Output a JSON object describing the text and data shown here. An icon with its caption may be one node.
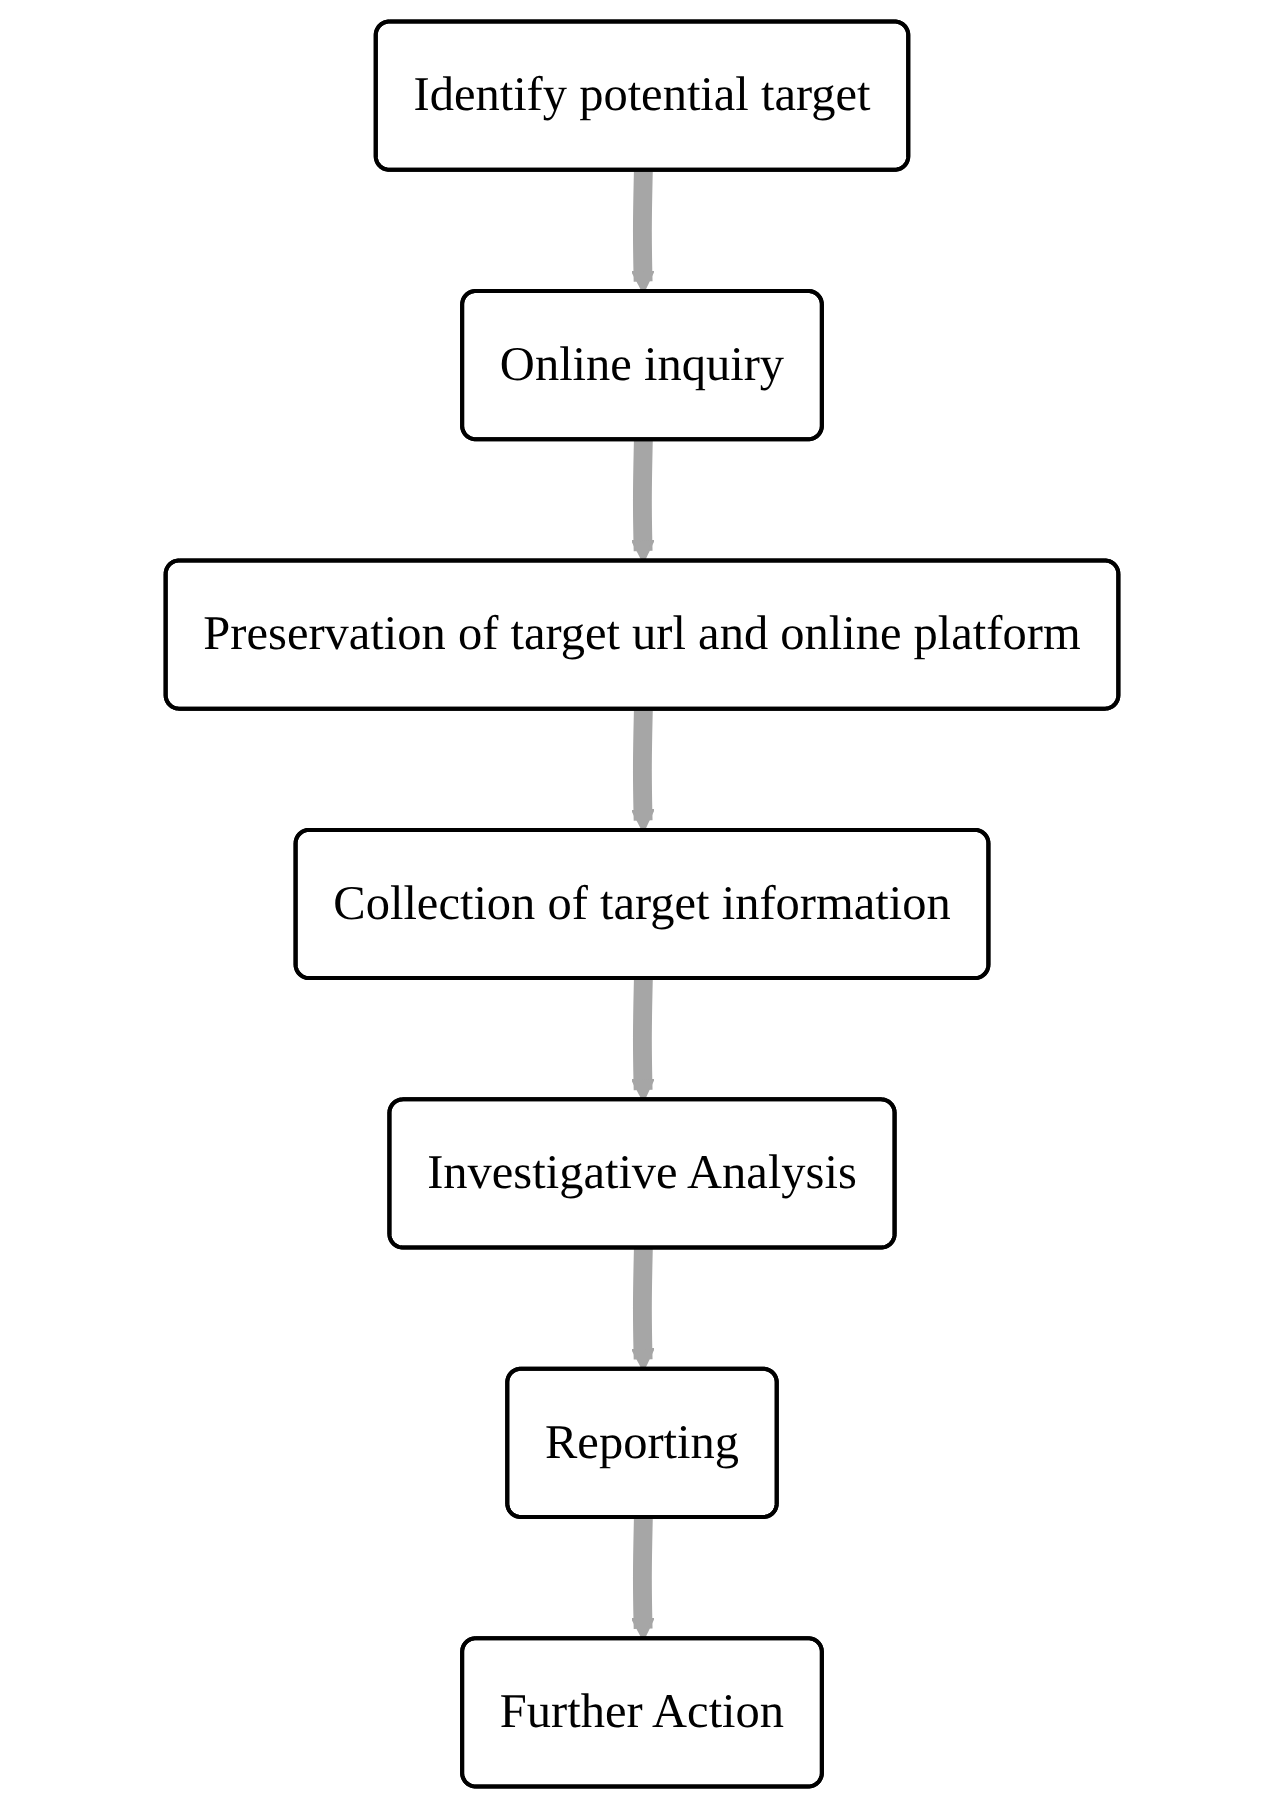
{
  "diagram": {
    "nodes": [
      {
        "text": [
          "Identify potential target"
        ]
      },
      {
        "text": [
          "Online inquiry"
        ]
      },
      {
        "text": [
          "Preservation of target url and online platform"
        ]
      },
      {
        "text": [
          "Collection of target information"
        ]
      },
      {
        "text": [
          "Investigative Analysis"
        ]
      },
      {
        "text": [
          "Reporting"
        ]
      },
      {
        "text": [
          "Further Action"
        ]
      }
    ],
    "edges": [
      {
        "from": 0,
        "to": 1,
        "arrow": "to"
      },
      {
        "from": 1,
        "to": 2,
        "arrow": "to"
      },
      {
        "from": 2,
        "to": 3,
        "arrow": "to"
      },
      {
        "from": 3,
        "to": 4,
        "arrow": "to"
      },
      {
        "from": 4,
        "to": 5,
        "arrow": "to"
      },
      {
        "from": 5,
        "to": 6,
        "arrow": "to"
      }
    ]
  }
}
